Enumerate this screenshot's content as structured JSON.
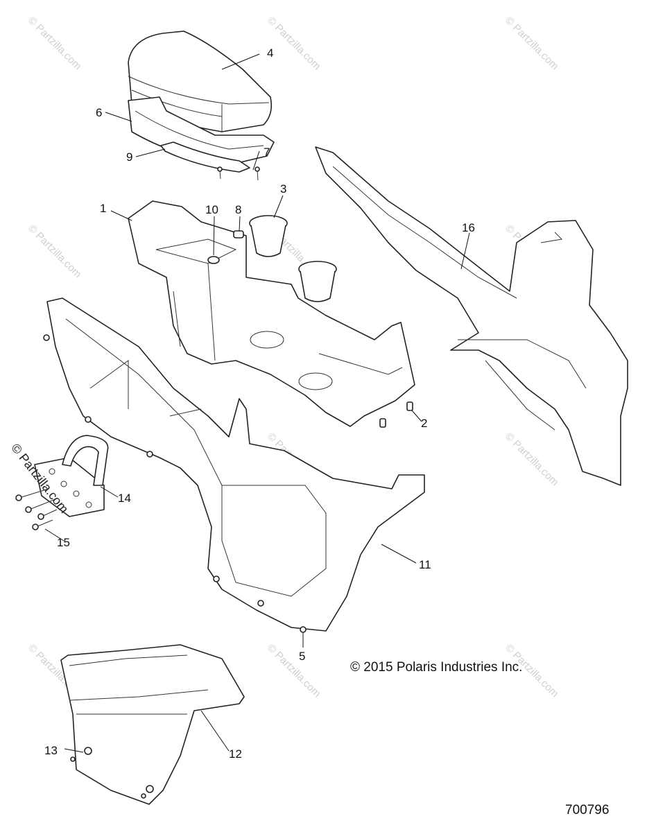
{
  "callouts": {
    "c1": "1",
    "c2": "2",
    "c3": "3",
    "c4": "4",
    "c5": "5",
    "c6": "6",
    "c7": "7",
    "c8": "8",
    "c9": "9",
    "c10": "10",
    "c11": "11",
    "c12": "12",
    "c13": "13",
    "c14": "14",
    "c15": "15",
    "c16": "16"
  },
  "copyright": "© 2015 Polaris Industries Inc.",
  "diagram_number": "700796",
  "watermark": "© Partzilla.com",
  "side_watermark": "© Partzilla.com"
}
